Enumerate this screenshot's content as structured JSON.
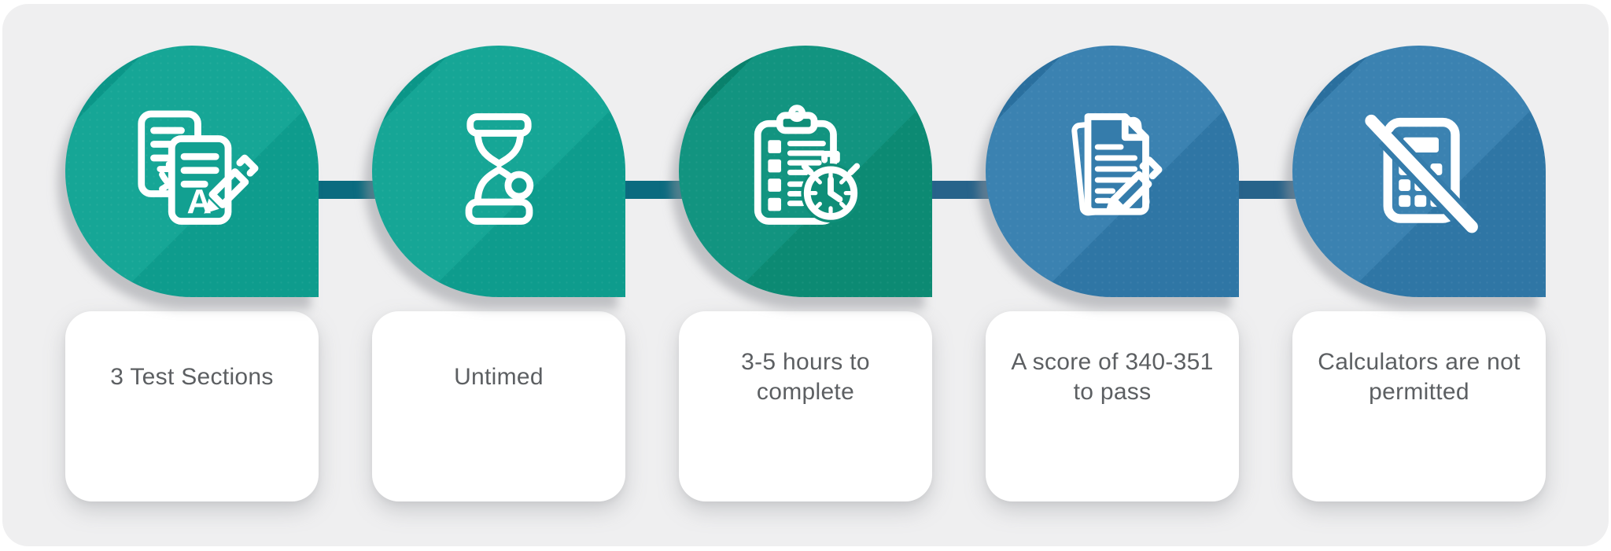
{
  "panel": {
    "background": "#EFEFF0"
  },
  "connector": {
    "teal": "#0B6B7F",
    "blue": "#27638A"
  },
  "text_color": "#5C5F62",
  "cards": [
    {
      "label": "3 Test Sections",
      "icon": "translation-documents-icon",
      "theme": {
        "dark1": "#0B9688",
        "light": "#16A696",
        "dark2": "#0E9C8D",
        "mid": "#12A091"
      }
    },
    {
      "label": "Untimed",
      "icon": "hourglass-icon",
      "theme": {
        "dark1": "#0B9688",
        "light": "#16A696",
        "dark2": "#0E9C8D",
        "mid": "#12A091"
      }
    },
    {
      "label": "3-5 hours to\ncomplete",
      "icon": "clipboard-stopwatch-icon",
      "theme": {
        "dark1": "#09816C",
        "light": "#129480",
        "dark2": "#0C8A73",
        "mid": "#0F8E78"
      }
    },
    {
      "label": "A score of 340-351\nto pass",
      "icon": "document-pencil-icon",
      "theme": {
        "dark1": "#2A6F9E",
        "light": "#3B82B1",
        "dark2": "#2F76A5",
        "mid": "#357CAB"
      }
    },
    {
      "label": "Calculators are not\npermitted",
      "icon": "no-calculator-icon",
      "theme": {
        "dark1": "#2A6F9E",
        "light": "#3B82B1",
        "dark2": "#2F76A5",
        "mid": "#357CAB"
      }
    }
  ]
}
